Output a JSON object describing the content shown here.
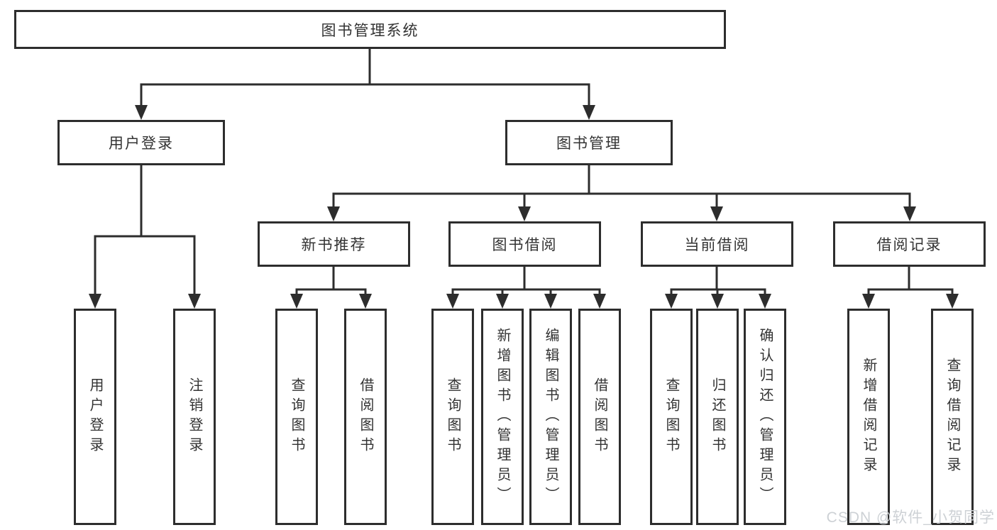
{
  "diagram": {
    "root": {
      "label": "图书管理系统"
    },
    "level2": [
      {
        "label": "用户登录"
      },
      {
        "label": "图书管理"
      }
    ],
    "level3": [
      {
        "label": "新书推荐"
      },
      {
        "label": "图书借阅"
      },
      {
        "label": "当前借阅"
      },
      {
        "label": "借阅记录"
      }
    ],
    "leaves": {
      "login": [
        "用户登录",
        "注销登录"
      ],
      "recommend": [
        "查询图书",
        "借阅图书"
      ],
      "borrow": [
        "查询图书",
        "新增图书（管理员）",
        "编辑图书（管理员）",
        "借阅图书"
      ],
      "current": [
        "查询图书",
        "归还图书",
        "确认归还（管理员）"
      ],
      "records": [
        "新增借阅记录",
        "查询借阅记录"
      ]
    }
  },
  "watermark": {
    "text": "CSDN @软件_小贺同学"
  },
  "colors": {
    "line": "#2d2d2d",
    "text": "#333333",
    "watermark": "#cdd1d5",
    "background": "#ffffff"
  }
}
